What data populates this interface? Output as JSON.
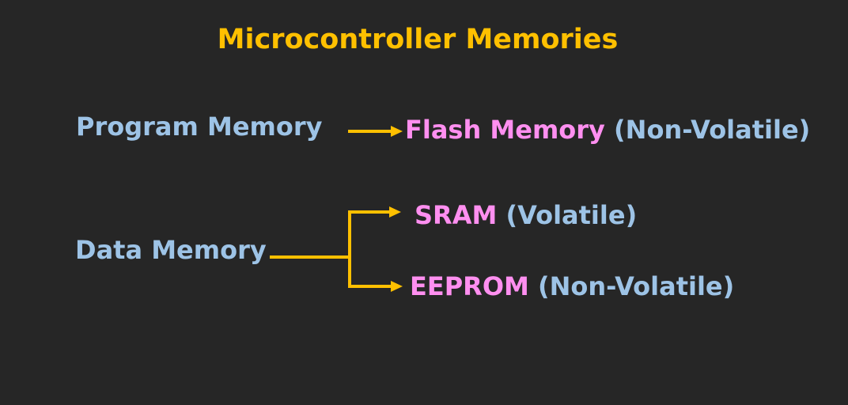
{
  "title": "Microcontroller Memories",
  "program_memory": {
    "label": "Program Memory",
    "target": {
      "name": "Flash Memory",
      "type": "(Non-Volatile)"
    }
  },
  "data_memory": {
    "label": "Data Memory",
    "targets": [
      {
        "name": "SRAM",
        "type": "(Volatile)"
      },
      {
        "name": "EEPROM",
        "type": "(Non-Volatile)"
      }
    ]
  },
  "colors": {
    "background": "#262626",
    "title": "#ffc000",
    "arrow": "#ffc000",
    "category_label": "#9dc3e6",
    "memory_name": "#ff8ff0",
    "memory_type": "#9dc3e6"
  }
}
